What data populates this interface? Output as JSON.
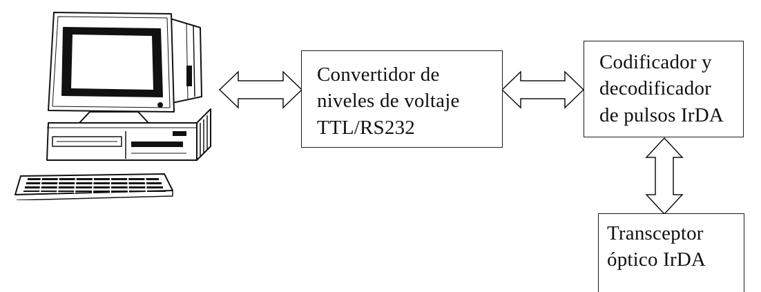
{
  "diagram": {
    "computer": {
      "icon": "desktop-computer-icon"
    },
    "converter": {
      "lines": [
        "Convertidor de",
        "niveles de voltaje",
        "TTL/RS232"
      ]
    },
    "codec": {
      "lines": [
        "Codificador y",
        "decodificador",
        "de pulsos IrDA"
      ]
    },
    "transceiver": {
      "lines": [
        "Transceptor",
        "óptico IrDA"
      ]
    },
    "arrows": [
      {
        "from": "computer",
        "to": "converter",
        "type": "bidirectional"
      },
      {
        "from": "converter",
        "to": "codec",
        "type": "bidirectional"
      },
      {
        "from": "codec",
        "to": "transceiver",
        "type": "bidirectional"
      }
    ]
  }
}
